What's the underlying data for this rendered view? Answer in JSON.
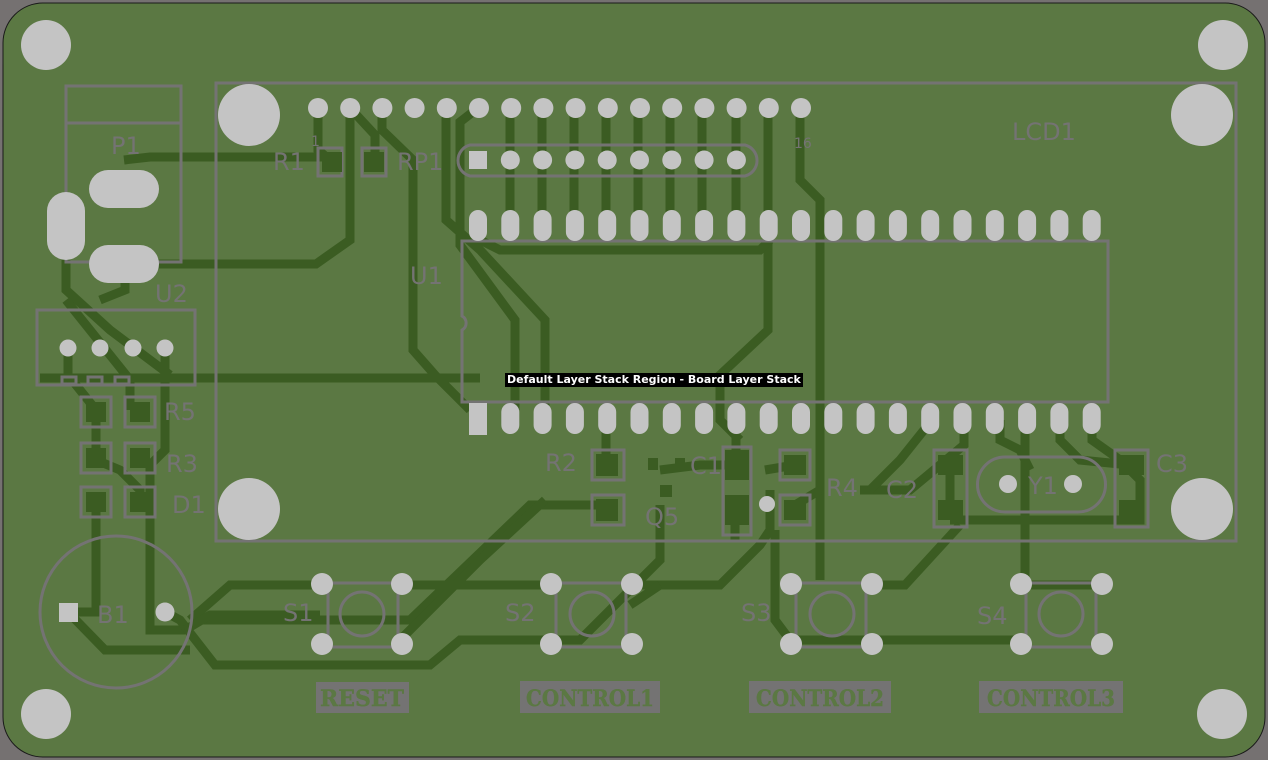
{
  "view": {
    "tool": "PCB 2D layout view",
    "tooltip": "Default Layer Stack Region - Board Layer Stack"
  },
  "colors": {
    "background": "#757171",
    "board": "#5b7843",
    "trace": "#3b5c22",
    "silkscreen": "#747373",
    "pad": "#c4c4c4",
    "tooltip_bg": "#000000",
    "tooltip_fg": "#ffffff"
  },
  "designators": {
    "p1": "P1",
    "u2": "U2",
    "r1": "R1",
    "rp1": "RP1",
    "lcd1": "LCD1",
    "u1": "U1",
    "r5": "R5",
    "r3": "R3",
    "d1": "D1",
    "r2": "R2",
    "c1": "C1",
    "q5": "Q5",
    "r4": "R4",
    "c2": "C2",
    "y1": "Y1",
    "c3": "C3",
    "b1": "B1",
    "s1": "S1",
    "s2": "S2",
    "s3": "S3",
    "s4": "S4",
    "pin1_marker": "1",
    "pin16_marker": "16"
  },
  "button_labels": [
    "RESET",
    "CONTROL1",
    "CONTROL2",
    "CONTROL3"
  ],
  "components": {
    "lcd_header_pins": 16,
    "resistor_pack_pins": 9,
    "u1_pins_per_row": 20
  }
}
